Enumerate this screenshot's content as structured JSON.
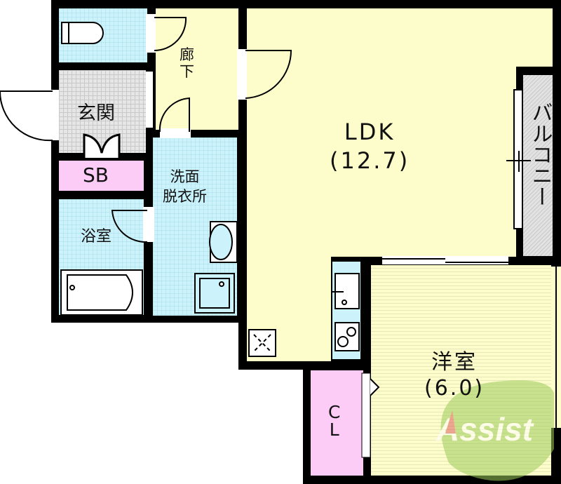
{
  "floor_plan": {
    "rooms": {
      "hallway": {
        "label_1": "廊",
        "label_2": "下"
      },
      "entrance": {
        "label": "玄関"
      },
      "shoe_box": {
        "label": "SB"
      },
      "washroom": {
        "label_1": "洗面",
        "label_2": "脱衣所"
      },
      "bathroom": {
        "label": "浴室"
      },
      "ldk": {
        "label": "LDK",
        "size": "(12.7)"
      },
      "balcony": {
        "label": "バルコニー"
      },
      "western_room": {
        "label": "洋室",
        "size": "(6.0)"
      },
      "closet": {
        "label_1": "C",
        "label_2": "L"
      }
    },
    "watermark": {
      "text": "Assist"
    },
    "colors": {
      "wall": "#000000",
      "living": "#fdfccb",
      "wet_area": "#ccf3fb",
      "storage": "#fccbf6",
      "entrance": "#e6e6e6",
      "watermark": "#9ccc5a"
    }
  }
}
